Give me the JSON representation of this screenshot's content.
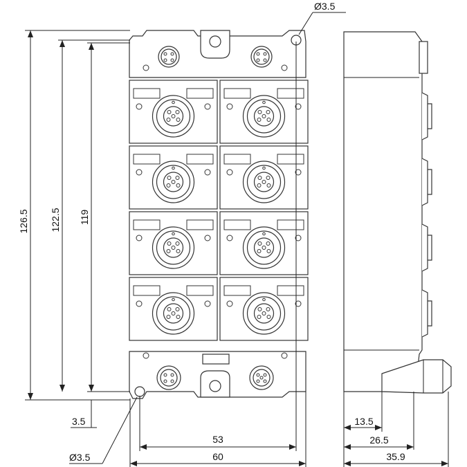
{
  "dimensions": {
    "hole_top": "Ø3.5",
    "hole_bottom": "Ø3.5",
    "height_overall": "126.5",
    "height_mid": "122.5",
    "height_inner": "119",
    "offset_bottom": "3.5",
    "width_hole_spacing": "53",
    "width_overall": "60",
    "side_depth_1": "13.5",
    "side_depth_2": "26.5",
    "side_depth_3": "35.9"
  },
  "colors": {
    "line": "#333333",
    "fill": "#ffffff"
  },
  "io_port_rows": 4,
  "io_port_columns": 2
}
